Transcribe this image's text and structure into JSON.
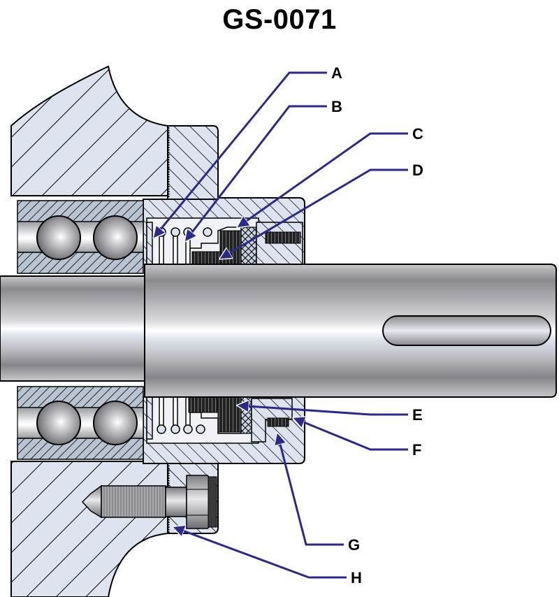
{
  "title": "GS-0071",
  "diagram": {
    "subject": "Mechanical seal assembly cross-section on rotating shaft with bearing",
    "callouts": [
      {
        "id": "A",
        "label": "A"
      },
      {
        "id": "B",
        "label": "B"
      },
      {
        "id": "C",
        "label": "C"
      },
      {
        "id": "D",
        "label": "D"
      },
      {
        "id": "E",
        "label": "E"
      },
      {
        "id": "F",
        "label": "F"
      },
      {
        "id": "G",
        "label": "G"
      },
      {
        "id": "H",
        "label": "H"
      }
    ],
    "colors": {
      "leader": "#2b2a8c",
      "section_fill": "#dde4ef",
      "bearing_race_fill": "#b8c4d2",
      "hatch": "#000000",
      "shaft_light": "#e8ecf2",
      "shaft_dark": "#858489"
    }
  }
}
